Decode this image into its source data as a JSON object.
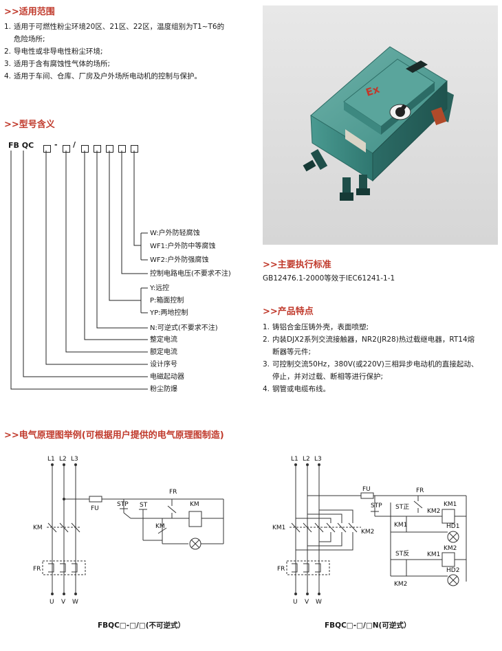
{
  "scope": {
    "title": ">>适用范围",
    "items": [
      {
        "num": "1.",
        "text": "适用于可燃性粉尘环境20区、21区、22区，温度组别为T1~T6的"
      },
      {
        "num": "",
        "text": "危险场所;"
      },
      {
        "num": "2.",
        "text": "导电性或非导电性粉尘环境;"
      },
      {
        "num": "3.",
        "text": "适用于含有腐蚀性气体的场所;"
      },
      {
        "num": "4.",
        "text": "适用于车间、仓库、厂房及户外场所电动机的控制与保护。"
      }
    ]
  },
  "model": {
    "title": ">>型号含义",
    "code_prefix": "FB QC",
    "dash": "-",
    "slash": "/",
    "labels": [
      "W:户外防轻腐蚀",
      "WF1:户外防中等腐蚀",
      "WF2:户外防强腐蚀",
      "控制电路电压(不要求不注)",
      "Y:远控",
      "P:箱面控制",
      "YP:两地控制",
      "N:可逆式(不要求不注)",
      "整定电流",
      "额定电流",
      "设计序号",
      "电磁起动器",
      "粉尘防爆"
    ]
  },
  "photo": {
    "badge": "Ex"
  },
  "standard": {
    "title": ">>主要执行标准",
    "text": "GB12476.1-2000等效于IEC61241-1-1"
  },
  "features": {
    "title": ">>产品特点",
    "items": [
      {
        "num": "1.",
        "text": "铸铝合金压铸外壳，表面喷塑;"
      },
      {
        "num": "2.",
        "text": "内装DJX2系列交流接触器，NR2(JR28)热过载继电器，RT14熔"
      },
      {
        "num": "",
        "text": "断器等元件;"
      },
      {
        "num": "3.",
        "text": "可控制交流50Hz，380V(或220V)三相异步电动机的直接起动、"
      },
      {
        "num": "",
        "text": "停止，并对过载、断相等进行保护;"
      },
      {
        "num": "4.",
        "text": "钢管或电缆布线。"
      }
    ]
  },
  "diagram": {
    "title": ">>电气原理图举例(可根据用户提供的电气原理图制造)",
    "left": {
      "caption": "FBQC□-□/□(不可逆式）",
      "labels": {
        "L1": "L1",
        "L2": "L2",
        "L3": "L3",
        "FU": "FU",
        "STP": "STP",
        "ST": "ST",
        "FR_top": "FR",
        "KM_coil": "KM",
        "KM_aux": "KM",
        "KM_main": "KM",
        "FR_main": "FR",
        "U": "U",
        "V": "V",
        "W": "W"
      }
    },
    "right": {
      "caption": "FBQC□-□/□N(可逆式）",
      "labels": {
        "L1": "L1",
        "L2": "L2",
        "L3": "L3",
        "FU": "FU",
        "STP": "STP",
        "ST_fwd": "ST正",
        "ST_rev": "ST反",
        "FR_top": "FR",
        "KM1_main": "KM1",
        "KM2_main": "KM2",
        "KM1_aux": "KM1",
        "KM2_aux": "KM2",
        "KM2_il": "KM2",
        "KM1_il": "KM1",
        "KM1_coil": "KM1",
        "KM2_coil": "KM2",
        "HD1": "HD1",
        "HD2": "HD2",
        "FR_main": "FR",
        "U": "U",
        "V": "V",
        "W": "W"
      }
    }
  },
  "colors": {
    "heading": "#c0392b",
    "enclosure": "#3d8c84"
  }
}
